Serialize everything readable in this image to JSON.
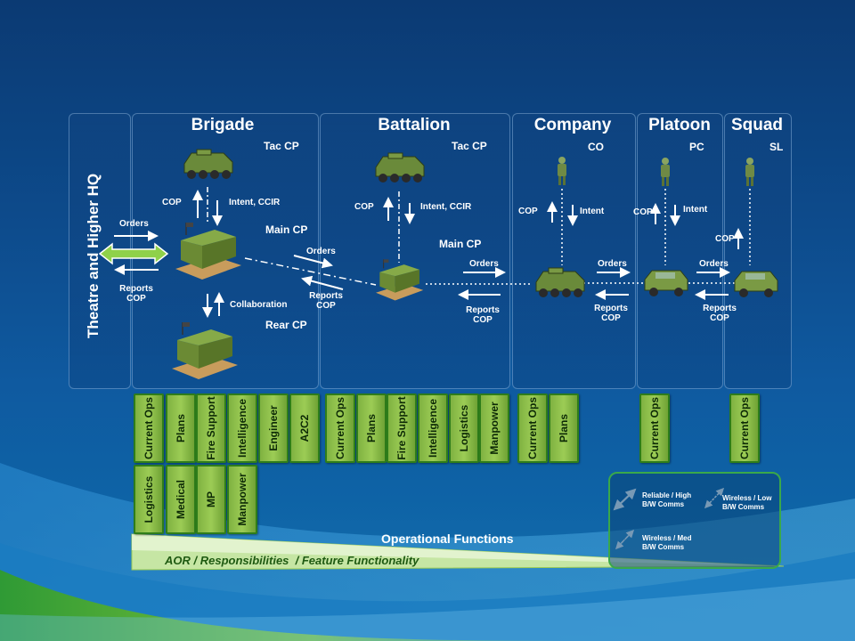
{
  "sidebar": {
    "label": "Theatre and Higher HQ"
  },
  "columns": {
    "brigade": "Brigade",
    "battalion": "Battalion",
    "company": "Company",
    "platoon": "Platoon",
    "squad": "Squad"
  },
  "nodes": {
    "brigade_tac": "Tac CP",
    "brigade_main": "Main CP",
    "brigade_rear": "Rear CP",
    "battalion_tac": "Tac CP",
    "battalion_main": "Main CP",
    "company_co": "CO",
    "platoon_pc": "PC",
    "squad_sl": "SL"
  },
  "flows": {
    "hq_orders": "Orders",
    "hq_reports": "Reports COP",
    "brig_cop": "COP",
    "brig_intent": "Intent, CCIR",
    "brig_collab": "Collaboration",
    "brig_bn_orders": "Orders",
    "brig_bn_reports": "Reports COP",
    "bn_cop": "COP",
    "bn_intent": "Intent, CCIR",
    "bn_co_orders": "Orders",
    "bn_co_reports": "Reports COP",
    "co_cop": "COP",
    "co_intent": "Intent",
    "co_plt_orders": "Orders",
    "co_plt_reports": "Reports COP",
    "plt_cop": "COP",
    "plt_intent": "Intent",
    "plt_sqd_orders": "Orders",
    "plt_sqd_reports": "Reports COP",
    "sqd_cop": "COP"
  },
  "functions": {
    "brigade_row1": [
      "Current Ops",
      "Plans",
      "Fire Support",
      "Intelligence",
      "Engineer",
      "A2C2"
    ],
    "brigade_row2": [
      "Logistics",
      "Medical",
      "MP",
      "Manpower"
    ],
    "battalion": [
      "Current Ops",
      "Plans",
      "Fire Support",
      "Intelligence",
      "Logistics",
      "Manpower"
    ],
    "company": [
      "Current Ops",
      "Plans"
    ],
    "platoon": [
      "Current Ops"
    ],
    "squad": [
      "Current Ops"
    ]
  },
  "footer": {
    "operational_functions": "Operational Functions",
    "aor": "AOR / Responsibilities  / Feature Functionality"
  },
  "legend": {
    "reliable": "Reliable / High B/W Comms",
    "wireless_low": "Wireless / Low B/W Comms",
    "wireless_med": "Wireless / Med B/W Comms"
  },
  "colors": {
    "accent_green": "#8cc63f",
    "line_white": "#ffffff",
    "box_border": "#2e7d1a"
  }
}
